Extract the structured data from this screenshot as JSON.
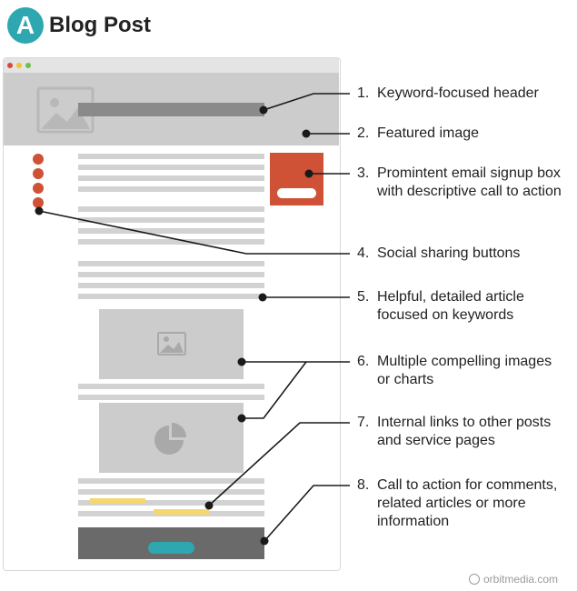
{
  "header": {
    "badge": "A",
    "title": "Blog Post"
  },
  "colors": {
    "teal": "#2ea7b0",
    "accent_red": "#cf5136",
    "yellow": "#f5d76e",
    "cta_bar": "#6a6a6a",
    "header_block": "#cccccc",
    "text_lines": "#d2d2d2"
  },
  "annotations": [
    {
      "num": "1.",
      "text": "Keyword-focused header"
    },
    {
      "num": "2.",
      "text": "Featured image"
    },
    {
      "num": "3.",
      "text": "Promintent email signup box with descriptive call to action"
    },
    {
      "num": "4.",
      "text": "Social sharing buttons"
    },
    {
      "num": "5.",
      "text": "Helpful, detailed article focused on keywords"
    },
    {
      "num": "6.",
      "text": "Multiple compelling images or charts"
    },
    {
      "num": "7.",
      "text": "Internal links to other posts and service pages"
    },
    {
      "num": "8.",
      "text": "Call to action for comments, related articles or more information"
    }
  ],
  "icons": [
    "image-icon",
    "pie-chart-icon",
    "logo-icon"
  ],
  "watermark": "orbitmedia.com"
}
